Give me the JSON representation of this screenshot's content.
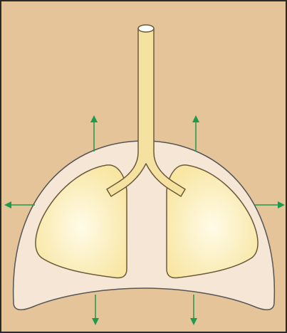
{
  "diagram": {
    "subject": "lungs-inside-thoracic-cavity",
    "arrow_directions": [
      "up",
      "up",
      "left",
      "right",
      "down",
      "down"
    ],
    "colors": {
      "background": "#e6c49a",
      "border": "#2b2b2b",
      "cavity_fill": "#f6e6d6",
      "cavity_stroke": "#555555",
      "lung_fill": "#f8e6a2",
      "lung_highlight": "#fffbe8",
      "trachea_fill": "#f6e2a0",
      "arrow": "#1e9a4a"
    }
  }
}
